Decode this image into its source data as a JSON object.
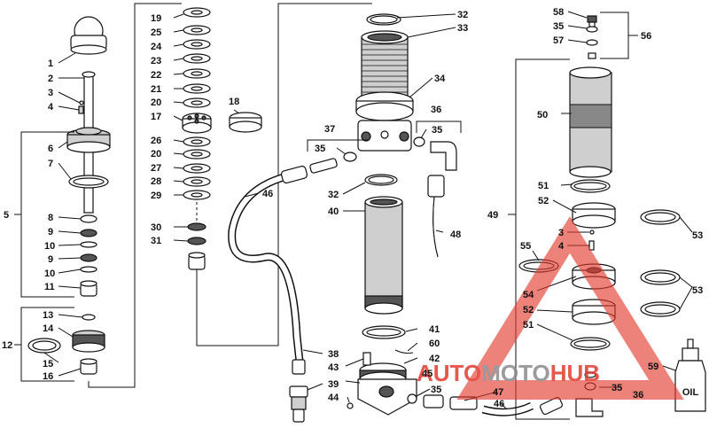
{
  "labels": [
    {
      "text": "1"
    },
    {
      "text": "2"
    },
    {
      "text": "3"
    },
    {
      "text": "4"
    },
    {
      "text": "5"
    },
    {
      "text": "6"
    },
    {
      "text": "7"
    },
    {
      "text": "8"
    },
    {
      "text": "9"
    },
    {
      "text": "10"
    },
    {
      "text": "9"
    },
    {
      "text": "10"
    },
    {
      "text": "11"
    },
    {
      "text": "12"
    },
    {
      "text": "13"
    },
    {
      "text": "14"
    },
    {
      "text": "15"
    },
    {
      "text": "16"
    },
    {
      "text": "19"
    },
    {
      "text": "25"
    },
    {
      "text": "24"
    },
    {
      "text": "23"
    },
    {
      "text": "22"
    },
    {
      "text": "21"
    },
    {
      "text": "20"
    },
    {
      "text": "17"
    },
    {
      "text": "18"
    },
    {
      "text": "26"
    },
    {
      "text": "20"
    },
    {
      "text": "27"
    },
    {
      "text": "28"
    },
    {
      "text": "29"
    },
    {
      "text": "30"
    },
    {
      "text": "31"
    },
    {
      "text": "32"
    },
    {
      "text": "33"
    },
    {
      "text": "34"
    },
    {
      "text": "37"
    },
    {
      "text": "36"
    },
    {
      "text": "35"
    },
    {
      "text": "35"
    },
    {
      "text": "32"
    },
    {
      "text": "40"
    },
    {
      "text": "46"
    },
    {
      "text": "48"
    },
    {
      "text": "58"
    },
    {
      "text": "35"
    },
    {
      "text": "57"
    },
    {
      "text": "56"
    },
    {
      "text": "50"
    },
    {
      "text": "51"
    },
    {
      "text": "52"
    },
    {
      "text": "49"
    },
    {
      "text": "3"
    },
    {
      "text": "4"
    },
    {
      "text": "53"
    },
    {
      "text": "55"
    },
    {
      "text": "54"
    },
    {
      "text": "53"
    },
    {
      "text": "52"
    },
    {
      "text": "51"
    },
    {
      "text": "41"
    },
    {
      "text": "60"
    },
    {
      "text": "42"
    },
    {
      "text": "45"
    },
    {
      "text": "38"
    },
    {
      "text": "43"
    },
    {
      "text": "39"
    },
    {
      "text": "44"
    },
    {
      "text": "35"
    },
    {
      "text": "47"
    },
    {
      "text": "46"
    },
    {
      "text": "35"
    },
    {
      "text": "36"
    },
    {
      "text": "59"
    }
  ],
  "oil_bottle_text": "OIL",
  "watermark": {
    "text_part1": "AUTO",
    "text_part2": "MOTO",
    "text_part3": "HUB",
    "color_red": "#e23b2e",
    "color_gray": "#8a8a8a"
  }
}
